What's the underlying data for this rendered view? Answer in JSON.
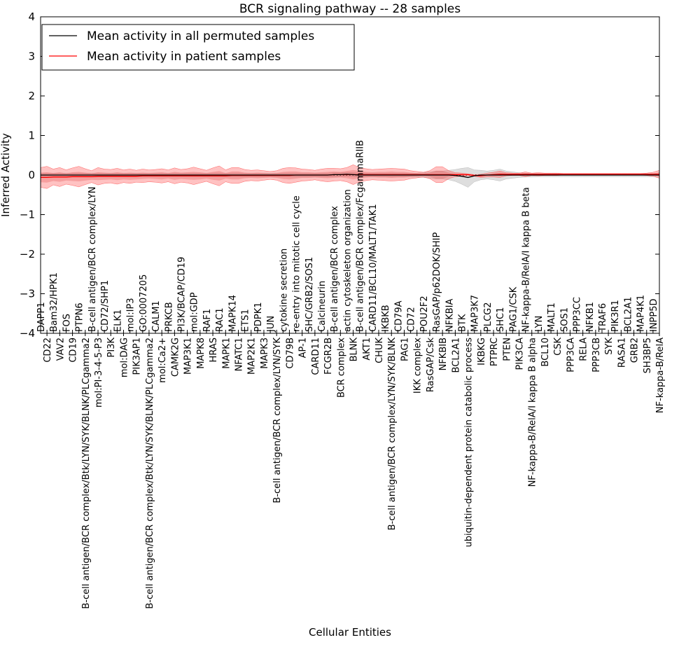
{
  "chart_data": {
    "type": "line",
    "title": "BCR signaling pathway -- 28 samples",
    "xlabel": "Cellular Entities",
    "ylabel": "Inferred Activity",
    "ylim": [
      -4,
      4
    ],
    "yticks": [
      4,
      3,
      2,
      1,
      0,
      -1,
      -2,
      -3,
      -4
    ],
    "ytick_labels": [
      "4",
      "3",
      "2",
      "1",
      "0",
      "−1",
      "−2",
      "−3",
      "−4"
    ],
    "grid": false,
    "legend_position": "top-left",
    "categories": [
      "DAPP1",
      "CD22",
      "Bam32/HPK1",
      "VAV2",
      "FOS",
      "CD19",
      "PTPN6",
      "B-cell antigen/BCR complex/Btk/LYN/SYK/BLNK/PLCgamma2",
      "B-cell antigen/BCR complex/LYN",
      "mol:PI-3-4-5-P3",
      "CD72/SHP1",
      "PI3K",
      "ELK1",
      "mol:DAG",
      "mol:IP3",
      "PIK3AP1",
      "GO:0007205",
      "B-cell antigen/BCR complex/Btk/LYN/SYK/BLNK/PLCgamma2",
      "CALM1",
      "mol:Ca2+",
      "PRKCB",
      "CAMK2G",
      "PI3K/BCAP/CD19",
      "MAP3K1",
      "mol:GDP",
      "MAPK8",
      "RAF1",
      "HRAS",
      "RAC1",
      "MAPK1",
      "MAPK14",
      "NFATC1",
      "ETS1",
      "MAP2K1",
      "PDPK1",
      "MAPK3",
      "JUN",
      "B-cell antigen/BCR complex/LYN/SYK",
      "cytokine secretion",
      "CD79B",
      "re-entry into mitotic cell cycle",
      "AP-1",
      "SHC/GRB2/SOS1",
      "CARD11",
      "Calcineurin",
      "FCGR2B",
      "B-cell antigen/BCR complex",
      "BCR complex",
      "actin cytoskeleton organization",
      "BLNK",
      "B-cell antigen/BCR complex/FcgammaRIIB",
      "AKT1",
      "CARD11/BCL10/MALT1/TAK1",
      "CHUK",
      "IKBKB",
      "B-cell antigen/BCR complex/LYN/SYK/BLNK",
      "CD79A",
      "PAG1",
      "CD72",
      "IKK complex",
      "POU2F2",
      "RasGAP/Csk",
      "RasGAP/p62DOK/SHIP",
      "NFKBIB",
      "NFKBIA",
      "BCL2A1",
      "BTK",
      "ubiquitin-dependent protein catabolic process",
      "MAP3K7",
      "IKBKG",
      "PLCG2",
      "PTPRC",
      "SHC1",
      "PTEN",
      "PAG1/CSK",
      "PIK3CA",
      "NF-kappa-B/RelA/I kappa B beta",
      "NF-kappa-B/RelA/I kappa B alpha",
      "LYN",
      "BCL10",
      "MALT1",
      "CSK",
      "SOS1",
      "PPP3CA",
      "PPP3CC",
      "RELA",
      "NFKB1",
      "PPP3CB",
      "TRAF6",
      "SYK",
      "PIK3R1",
      "RASA1",
      "BCL2A1",
      "GRB2",
      "MAP4K1",
      "SH3BP5",
      "INPP5D",
      "NF-kappa-B/RelA"
    ],
    "series": [
      {
        "name": "Mean activity in all permuted samples",
        "color": "#000000",
        "values": [
          0,
          0,
          0,
          0,
          0,
          0,
          0,
          0,
          0,
          0,
          0,
          0,
          0,
          0,
          0,
          0,
          0,
          0,
          0,
          0,
          0,
          0,
          0,
          0,
          0,
          0,
          0,
          0,
          0,
          0,
          0,
          0,
          0,
          0,
          0,
          0,
          0,
          0,
          0,
          0,
          0,
          0,
          0,
          0,
          0,
          0,
          0.01,
          0.01,
          0.02,
          0.01,
          0,
          0,
          0,
          0,
          0,
          0,
          0,
          0,
          0,
          0,
          0,
          0,
          0,
          0,
          0,
          -0.01,
          -0.03,
          -0.06,
          -0.02,
          0,
          0,
          0,
          0,
          0,
          0,
          0,
          0,
          0,
          0,
          0,
          0,
          0,
          0,
          0,
          0,
          0,
          0,
          0,
          0,
          0,
          0,
          0,
          0,
          0,
          0,
          0,
          0,
          0
        ],
        "band": [
          0.05,
          0.05,
          0.05,
          0.05,
          0.05,
          0.05,
          0.05,
          0.05,
          0.05,
          0.05,
          0.05,
          0.05,
          0.05,
          0.05,
          0.05,
          0.05,
          0.05,
          0.05,
          0.05,
          0.05,
          0.05,
          0.05,
          0.05,
          0.05,
          0.05,
          0.05,
          0.05,
          0.05,
          0.05,
          0.05,
          0.05,
          0.05,
          0.05,
          0.05,
          0.05,
          0.05,
          0.05,
          0.05,
          0.05,
          0.05,
          0.05,
          0.05,
          0.05,
          0.05,
          0.05,
          0.05,
          0.05,
          0.05,
          0.05,
          0.05,
          0.05,
          0.05,
          0.05,
          0.05,
          0.05,
          0.05,
          0.05,
          0.05,
          0.05,
          0.05,
          0.06,
          0.08,
          0.1,
          0.1,
          0.12,
          0.15,
          0.2,
          0.25,
          0.15,
          0.12,
          0.1,
          0.12,
          0.15,
          0.1,
          0.08,
          0.06,
          0.05,
          0.05,
          0.04,
          0.04,
          0.04,
          0.04,
          0.04,
          0.04,
          0.04,
          0.04,
          0.04,
          0.04,
          0.04,
          0.04,
          0.04,
          0.04,
          0.04,
          0.04,
          0.04,
          0.04,
          0.04,
          0.04
        ]
      },
      {
        "name": "Mean activity in patient samples",
        "color": "#ff0000",
        "values": [
          -0.06,
          -0.06,
          -0.05,
          -0.05,
          -0.05,
          -0.04,
          -0.04,
          -0.04,
          -0.04,
          -0.03,
          -0.03,
          -0.03,
          -0.03,
          -0.03,
          -0.03,
          -0.03,
          -0.02,
          -0.02,
          -0.02,
          -0.02,
          -0.02,
          -0.02,
          -0.02,
          -0.02,
          -0.02,
          -0.02,
          -0.02,
          -0.02,
          -0.02,
          -0.02,
          -0.01,
          -0.01,
          -0.01,
          -0.01,
          -0.01,
          -0.01,
          -0.01,
          -0.01,
          -0.01,
          -0.01,
          0,
          0,
          0,
          0,
          0,
          0,
          0.01,
          0.01,
          0.01,
          0.01,
          0.01,
          0.01,
          0.01,
          0.01,
          0.01,
          0.01,
          0.01,
          0.01,
          0.01,
          0.01,
          0.01,
          0.01,
          0.01,
          0.01,
          0.01,
          0.01,
          0.01,
          0.01,
          -0.01,
          -0.02,
          0,
          0.01,
          0.02,
          0.02,
          0.02,
          0.02,
          0.02,
          0.02,
          0.02,
          0.02,
          0.02,
          0.02,
          0.02,
          0.02,
          0.02,
          0.02,
          0.02,
          0.02,
          0.02,
          0.02,
          0.02,
          0.02,
          0.02,
          0.02,
          0.02,
          0.02,
          0.02,
          0.02
        ],
        "outer_band": [
          0.25,
          0.28,
          0.2,
          0.24,
          0.18,
          0.22,
          0.26,
          0.2,
          0.15,
          0.22,
          0.18,
          0.17,
          0.2,
          0.16,
          0.18,
          0.15,
          0.17,
          0.15,
          0.16,
          0.18,
          0.15,
          0.2,
          0.16,
          0.18,
          0.22,
          0.18,
          0.14,
          0.2,
          0.25,
          0.15,
          0.2,
          0.2,
          0.15,
          0.13,
          0.14,
          0.12,
          0.1,
          0.12,
          0.18,
          0.2,
          0.18,
          0.15,
          0.14,
          0.12,
          0.15,
          0.17,
          0.16,
          0.15,
          0.18,
          0.25,
          0.18,
          0.15,
          0.13,
          0.14,
          0.15,
          0.16,
          0.15,
          0.14,
          0.1,
          0.08,
          0.06,
          0.1,
          0.2,
          0.2,
          0.1,
          0.05,
          0.04,
          0.02,
          0.02,
          0.04,
          0.05,
          0.06,
          0.08,
          0.04,
          0.03,
          0.03,
          0.06,
          0.03,
          0.04,
          0.03,
          0.03,
          0.03,
          0.02,
          0.02,
          0.02,
          0.02,
          0.02,
          0.02,
          0.02,
          0.02,
          0.02,
          0.02,
          0.02,
          0.02,
          0.02,
          0.03,
          0.05,
          0.1
        ],
        "inner_band": [
          0.12,
          0.13,
          0.1,
          0.12,
          0.09,
          0.11,
          0.12,
          0.1,
          0.08,
          0.1,
          0.09,
          0.08,
          0.1,
          0.08,
          0.09,
          0.08,
          0.08,
          0.07,
          0.08,
          0.09,
          0.07,
          0.1,
          0.08,
          0.09,
          0.1,
          0.09,
          0.07,
          0.1,
          0.12,
          0.07,
          0.1,
          0.1,
          0.07,
          0.06,
          0.07,
          0.06,
          0.05,
          0.06,
          0.09,
          0.1,
          0.09,
          0.07,
          0.07,
          0.06,
          0.07,
          0.08,
          0.08,
          0.07,
          0.09,
          0.12,
          0.09,
          0.07,
          0.06,
          0.07,
          0.07,
          0.08,
          0.07,
          0.07,
          0.05,
          0.04,
          0.03,
          0.05,
          0.1,
          0.1,
          0.05,
          0.02,
          0.02,
          0.01,
          0.01,
          0.02,
          0.02,
          0.03,
          0.04,
          0.02,
          0.01,
          0.01,
          0.03,
          0.01,
          0.02,
          0.01,
          0.01,
          0.01,
          0.01,
          0.01,
          0.01,
          0.01,
          0.01,
          0.01,
          0.01,
          0.01,
          0.01,
          0.01,
          0.01,
          0.01,
          0.01,
          0.01,
          0.02,
          0.05
        ]
      }
    ]
  }
}
